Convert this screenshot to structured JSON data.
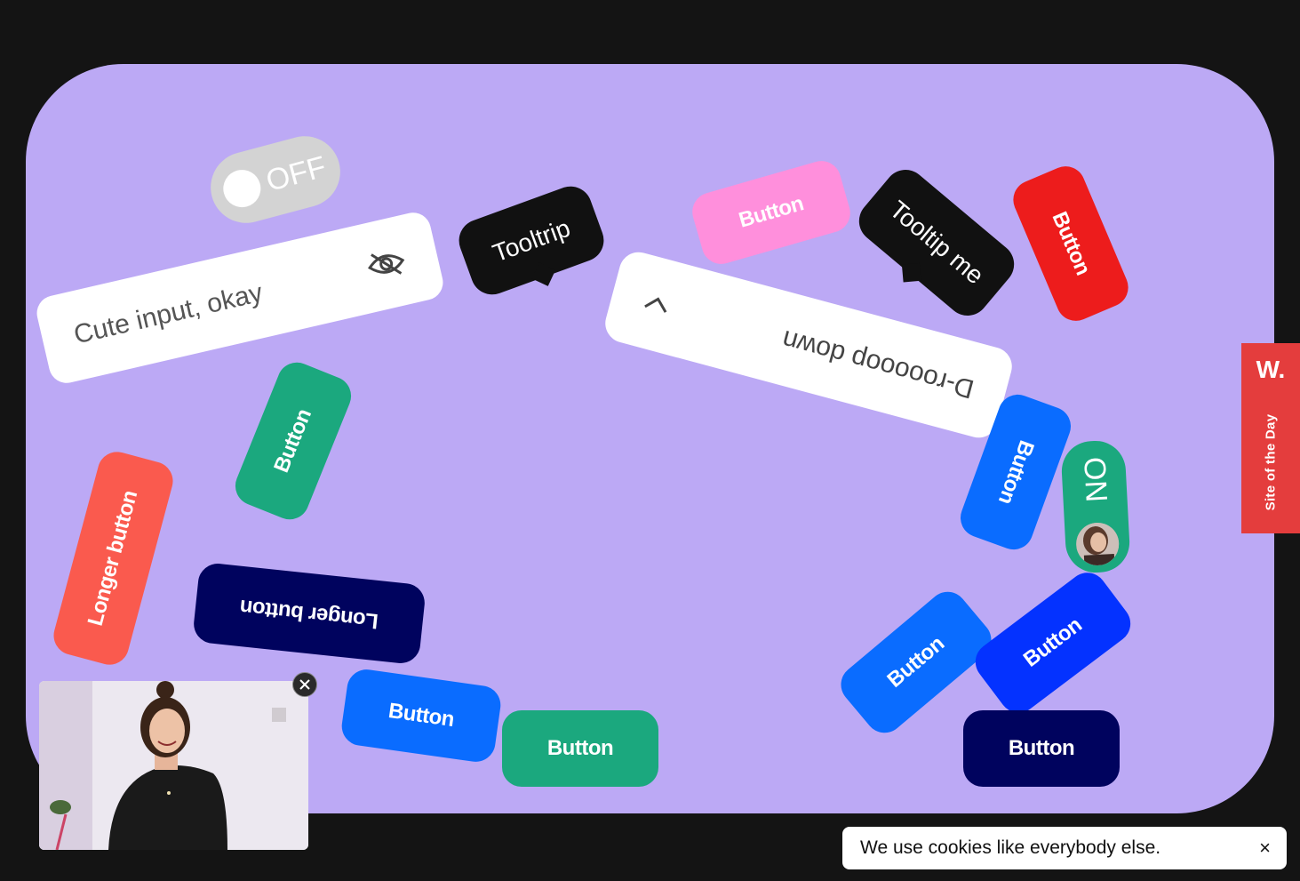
{
  "colors": {
    "background": "#141414",
    "stage": "#bca9f5",
    "pink": "#ff8fdc",
    "red": "#ed1c1c",
    "green": "#1ba87e",
    "coral": "#fa5a4e",
    "navy": "#00035e",
    "blue": "#0a6cff",
    "royal": "#0432ff"
  },
  "toggle_off": {
    "label": "OFF"
  },
  "toggle_on": {
    "label": "ON"
  },
  "input": {
    "placeholder": "Cute input, okay",
    "icon": "eye-slash-icon"
  },
  "tooltips": {
    "first": "Tooltrip",
    "second": "Tooltip me"
  },
  "dropdown": {
    "label": "D-rooooop down",
    "icon": "chevron-icon"
  },
  "buttons": {
    "pink": "Button",
    "red": "Button",
    "green_upper": "Button",
    "coral_longer": "Longer button",
    "navy_longer": "Longer button",
    "blue_right": "Button",
    "blue_bottom": "Button",
    "green_bottom": "Button",
    "blue_diag": "Button",
    "royal_diag": "Button",
    "navy_bottom": "Button"
  },
  "badge": {
    "logo": "W.",
    "text": "Site of the Day"
  },
  "cookie": {
    "text": "We use cookies like everybody else.",
    "close": "×"
  }
}
